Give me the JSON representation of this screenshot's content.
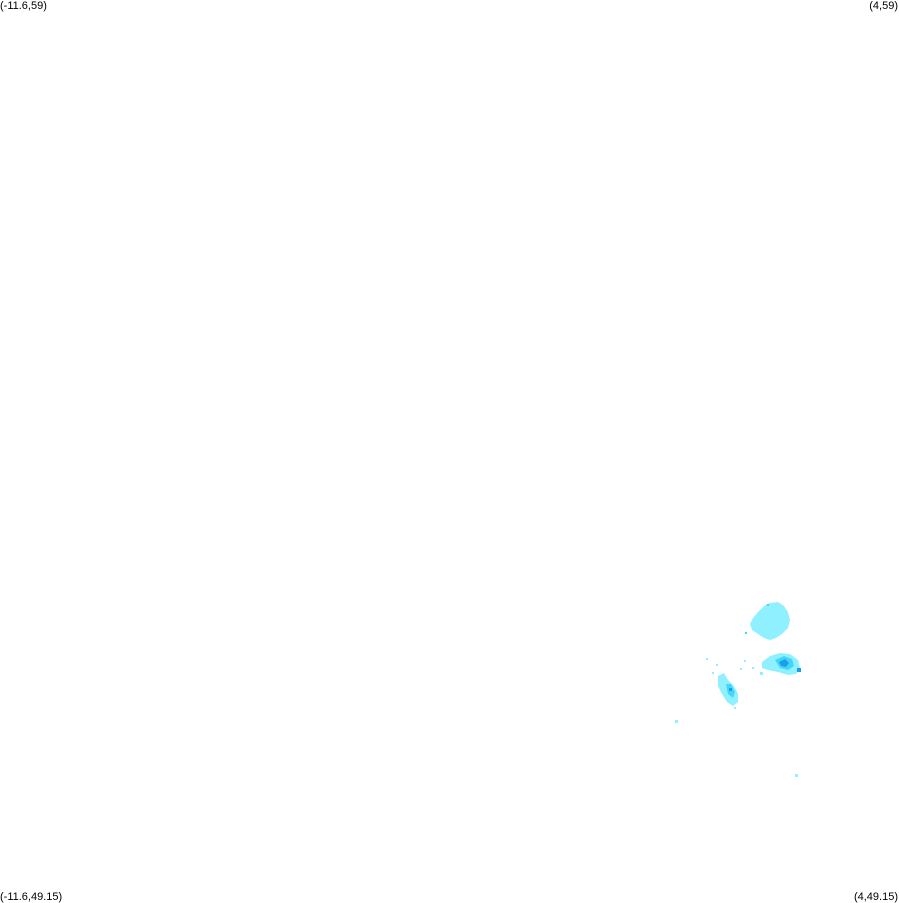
{
  "corners": {
    "top_left": "(-11.6,59)",
    "top_right": "(4,59)",
    "bottom_left": "(-11.6,49.15)",
    "bottom_right": "(4,49.15)"
  },
  "colors": {
    "background": "#ffffff",
    "light_cyan": "#8ff0ff",
    "mid_cyan": "#44d6fa",
    "deep_blue": "#1aa0e6"
  }
}
